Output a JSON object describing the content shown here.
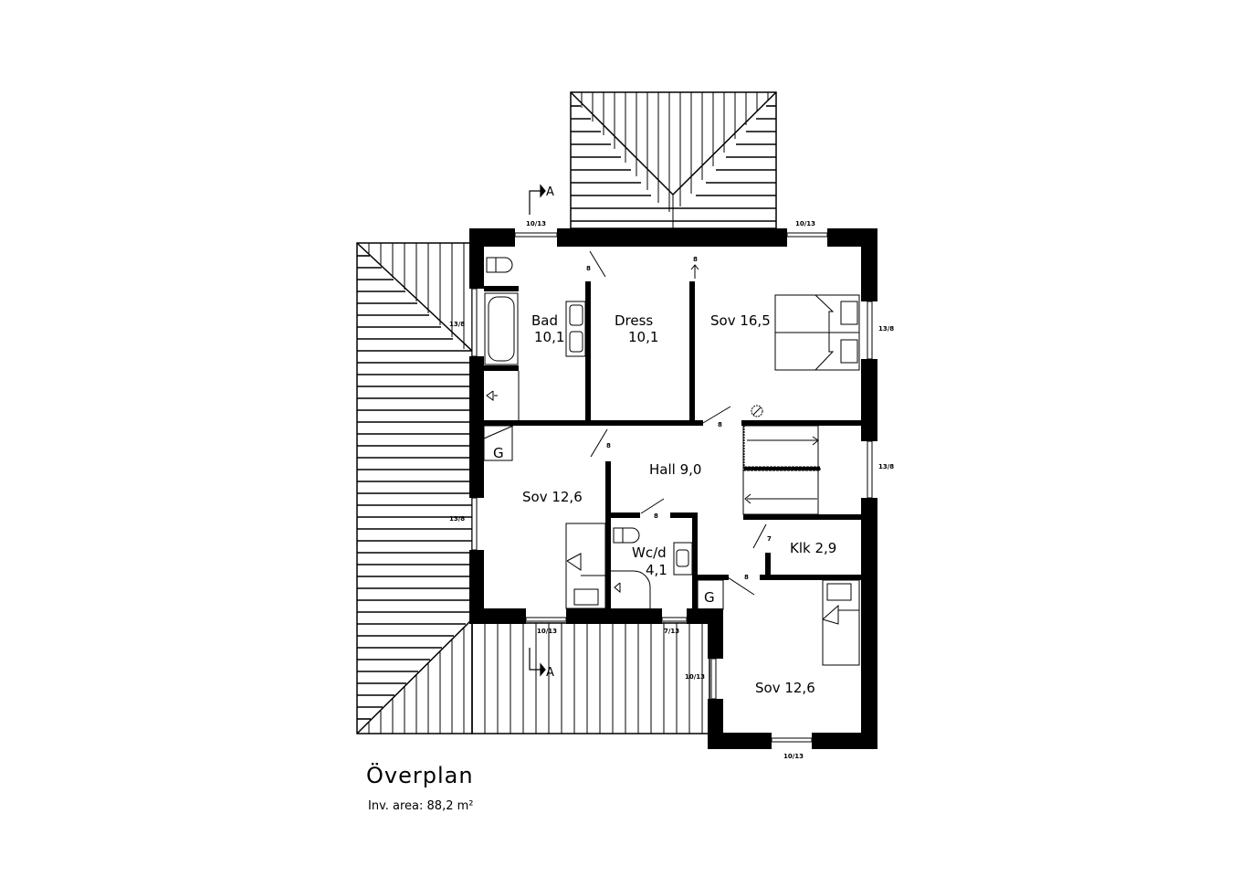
{
  "plan": {
    "title": "Överplan",
    "area_label": "Inv. area: 88,2 m²"
  },
  "rooms": {
    "bad": {
      "name": "Bad",
      "area": "10,1"
    },
    "dress": {
      "name": "Dress",
      "area": "10,1"
    },
    "sov1": {
      "label": "Sov 16,5"
    },
    "hall": {
      "label": "Hall 9,0"
    },
    "sov2": {
      "label": "Sov 12,6"
    },
    "wc": {
      "name": "Wc/d",
      "area": "4,1"
    },
    "klk": {
      "label": "Klk 2,9"
    },
    "sov3": {
      "label": "Sov 12,6"
    }
  },
  "fixtures": {
    "g1": "G",
    "g2": "G"
  },
  "section_markers": {
    "top": "A",
    "bottom": "A"
  },
  "window_dims": {
    "top_left": "10/13",
    "top_right": "10/13",
    "left_upper": "13/8",
    "left_lower": "13/8",
    "right_upper": "13/8",
    "right_lower": "13/8",
    "bottom_left": "10/13",
    "bottom_mid": "7/13",
    "sov3_left": "10/13",
    "sov3_bottom": "10/13"
  },
  "door_dims": {
    "bad": "8",
    "dress": "8",
    "sov1": "8",
    "sov2": "8",
    "wc": "8",
    "klk": "7",
    "sov3": "8"
  }
}
